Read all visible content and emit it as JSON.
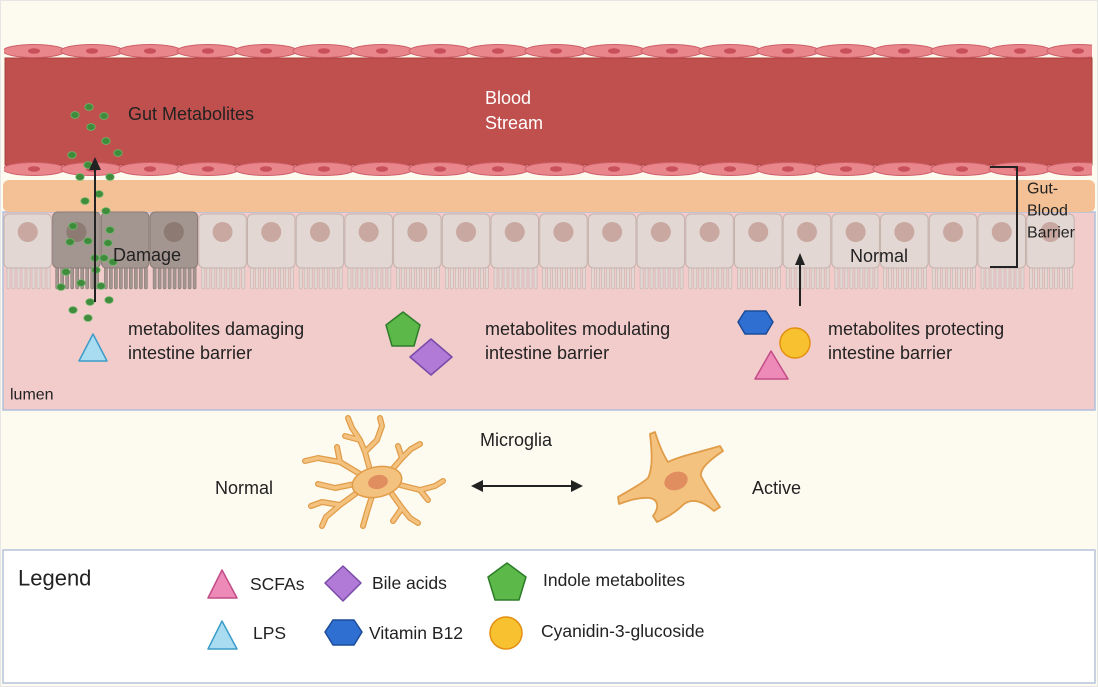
{
  "figure": {
    "blood_stream_lines": [
      "Blood",
      "Stream"
    ],
    "gut_metabolites_label": "Gut Metabolites",
    "gut_blood_barrier_lines": [
      "Gut-",
      "Blood",
      "Barrier"
    ],
    "damage_label": "Damage",
    "epithelium_normal_label": "Normal",
    "lumen_label": "lumen",
    "lumen_groups": [
      {
        "lines": [
          "metabolites damaging",
          "intestine barrier"
        ],
        "icons": [
          "lps-triangle-icon"
        ]
      },
      {
        "lines": [
          "metabolites modulating",
          "intestine barrier"
        ],
        "icons": [
          "indole-pentagon-icon",
          "bile-acid-diamond-icon"
        ]
      },
      {
        "lines": [
          "metabolites protecting",
          "intestine barrier"
        ],
        "icons": [
          "vitamin-b12-hexagon-icon",
          "cyanidin-circle-icon",
          "scfa-triangle-icon"
        ]
      }
    ],
    "microglia": {
      "title": "Microglia",
      "normal_label": "Normal",
      "active_label": "Active"
    }
  },
  "legend": {
    "title": "Legend",
    "items": [
      {
        "label": "SCFAs",
        "icon": "pink-triangle-icon",
        "color": "#ee8ab8"
      },
      {
        "label": "Bile acids",
        "icon": "purple-diamond-icon",
        "color": "#b07ad6"
      },
      {
        "label": "Indole metabolites",
        "icon": "green-pentagon-icon",
        "color": "#5cb848"
      },
      {
        "label": "LPS",
        "icon": "light-blue-triangle-icon",
        "color": "#a9dcf0"
      },
      {
        "label": "Vitamin B12",
        "icon": "blue-hexagon-icon",
        "color": "#2f6fd1"
      },
      {
        "label": "Cyanidin-3-glucoside",
        "icon": "orange-circle-icon",
        "color": "#f7c12f"
      }
    ]
  },
  "colors": {
    "background": "#fdfaf0",
    "blood": "#c0504d",
    "endothelium": "#e8868c",
    "barrier_band": "#f4c197",
    "epithelial_cell": "#e3d7d3",
    "damaged_cell": "#a3958f",
    "lumen": "#f2cbcb",
    "gut_metabolite_dots": "#3e8c3c",
    "microglia": "#f4c27f"
  }
}
